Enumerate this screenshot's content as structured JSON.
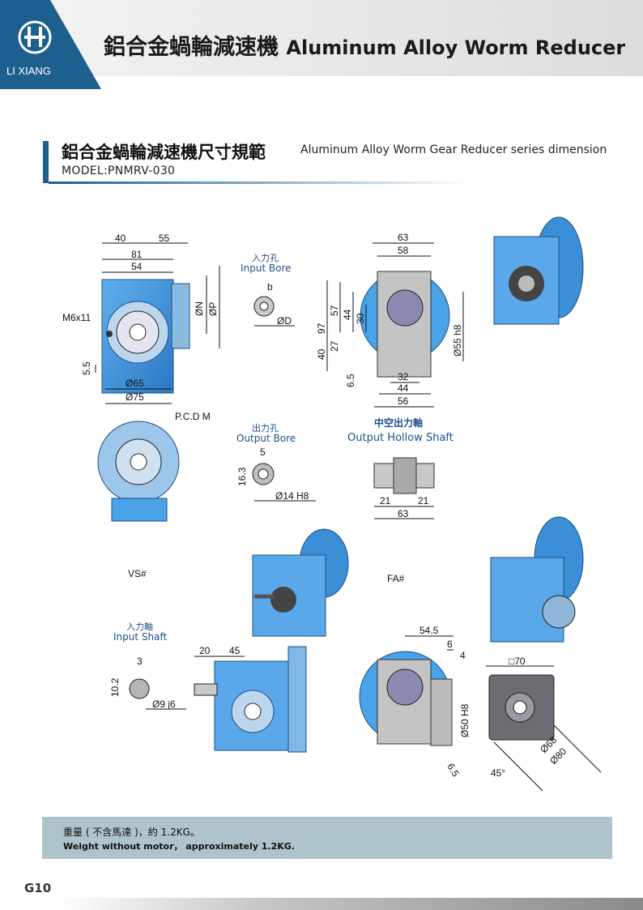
{
  "header": {
    "logo_text": "LI XIANG",
    "title_zh": "鋁合金蝸輪減速機",
    "title_en": "Aluminum Alloy Worm Reducer"
  },
  "section": {
    "title_zh": "鋁合金蝸輪減速機尺寸規範",
    "title_en": "Aluminum Alloy Worm Gear Reducer series dimension",
    "model": "MODEL:PNMRV-030"
  },
  "labels": {
    "input_bore_zh": "入力孔",
    "input_bore_en": "Input Bore",
    "output_bore_zh": "出力孔",
    "output_bore_en": "Output Bore",
    "hollow_shaft_zh": "中空出力軸",
    "hollow_shaft_en": "Output Hollow Shaft",
    "input_shaft_zh": "入力軸",
    "input_shaft_en": "Input Shaft",
    "pcdm": "P.C.D M",
    "vs": "VS#",
    "fa": "FA#",
    "m6x11": "M6x11"
  },
  "dims": {
    "front": {
      "d40": "40",
      "d55": "55",
      "d81": "81",
      "d54": "54",
      "d5_5": "5.5",
      "phi65": "Ø65",
      "phi75": "Ø75",
      "phiN": "ØN",
      "phiP": "ØP"
    },
    "input_bore": {
      "b": "b",
      "d": "ØD"
    },
    "output_bore": {
      "w5": "5",
      "h16_3": "16.3",
      "phi14": "Ø14 H8"
    },
    "side": {
      "d63": "63",
      "d58": "58",
      "d97": "97",
      "d57": "57",
      "d44": "44",
      "d30": "30",
      "d40": "40",
      "d27": "27",
      "d6_5": "6.5",
      "d32": "32",
      "d44b": "44",
      "d56": "56",
      "phi55": "Ø55 h8"
    },
    "hollow": {
      "d21a": "21",
      "d21b": "21",
      "d63": "63"
    },
    "input_shaft": {
      "w3": "3",
      "h10_2": "10.2",
      "phi9": "Ø9 j6",
      "d20": "20",
      "d45": "45"
    },
    "fa": {
      "d54_5": "54.5",
      "d6": "6",
      "d4": "4",
      "phi50": "Ø50 H8",
      "d6_5": "6.5",
      "sq70": "□70",
      "phi68": "Ø68",
      "phi80": "Ø80",
      "a45": "45°"
    }
  },
  "weight": {
    "zh": "重量 ( 不含馬達 )，約 1.2KG。",
    "en": "Weight without motor， approximately 1.2KG."
  },
  "footer": {
    "page": "G10"
  },
  "colors": {
    "brand_blue": "#1d5f8e",
    "part_blue": "#3b8fd6",
    "weight_box": "#aec3cc"
  }
}
